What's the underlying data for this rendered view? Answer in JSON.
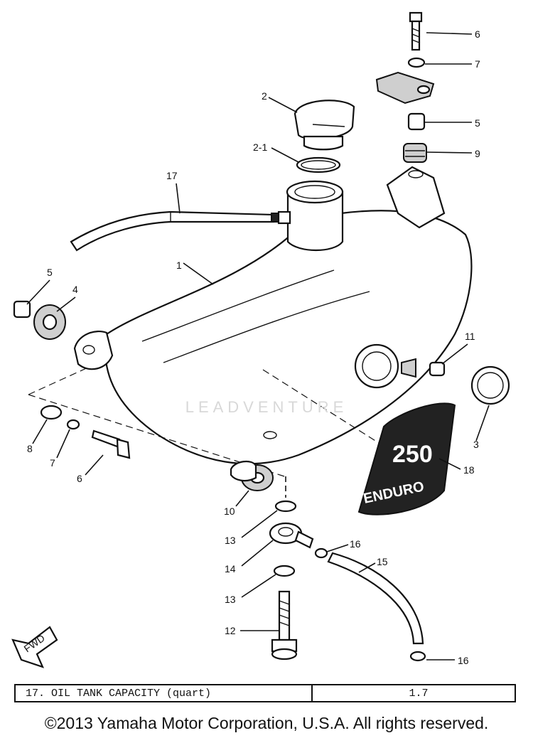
{
  "callouts": {
    "c1": "1",
    "c2": "2",
    "c2_1": "2-1",
    "c3": "3",
    "c4": "4",
    "c5_left": "5",
    "c5_right": "5",
    "c6_top": "6",
    "c6_bottom": "6",
    "c7_top": "7",
    "c7_bottom": "7",
    "c8": "8",
    "c9": "9",
    "c10": "10",
    "c11": "11",
    "c12": "12",
    "c13_upper": "13",
    "c13_lower": "13",
    "c14": "14",
    "c15": "15",
    "c16_upper": "16",
    "c16_lower": "16",
    "c17": "17",
    "c18": "18"
  },
  "emblem_text": "250 ENDURO",
  "fwd_label": "FWD",
  "watermark": "LEADVENTURE",
  "spec_table": {
    "label": "17.  OIL TANK CAPACITY (quart)",
    "value": "1.7"
  },
  "copyright": "©2013 Yamaha Motor Corporation, U.S.A. All rights reserved."
}
